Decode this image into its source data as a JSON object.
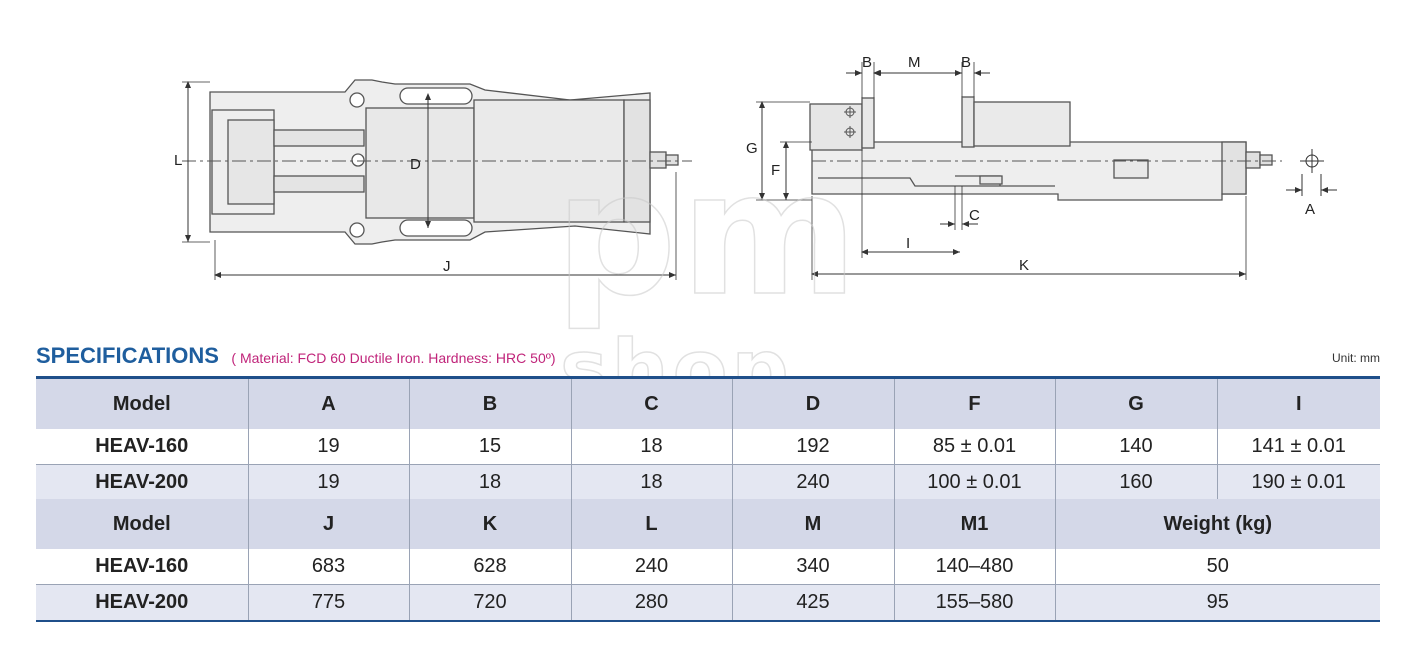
{
  "drawing_labels": {
    "L": "L",
    "D": "D",
    "J": "J",
    "B1": "B",
    "M": "M",
    "B2": "B",
    "G": "G",
    "F": "F",
    "C": "C",
    "I": "I",
    "K": "K",
    "A": "A"
  },
  "watermark": {
    "line1": "pm",
    "line2": "shop"
  },
  "spec": {
    "title": "SPECIFICATIONS",
    "subtitle": "( Material: FCD 60 Ductile Iron. Hardness: HRC 50º)",
    "unit": "Unit: mm"
  },
  "table1": {
    "headers": [
      "Model",
      "A",
      "B",
      "C",
      "D",
      "F",
      "G",
      "I"
    ],
    "rows": [
      [
        "HEAV-160",
        "19",
        "15",
        "18",
        "192",
        "85 ± 0.01",
        "140",
        "141 ± 0.01"
      ],
      [
        "HEAV-200",
        "19",
        "18",
        "18",
        "240",
        "100 ± 0.01",
        "160",
        "190 ± 0.01"
      ]
    ]
  },
  "table2": {
    "headers": [
      "Model",
      "J",
      "K",
      "L",
      "M",
      "M1",
      "Weight (kg)"
    ],
    "rows": [
      [
        "HEAV-160",
        "683",
        "628",
        "240",
        "340",
        "140–480",
        "50"
      ],
      [
        "HEAV-200",
        "775",
        "720",
        "280",
        "425",
        "155–580",
        "95"
      ]
    ]
  },
  "colors": {
    "title_blue": "#1f5e9e",
    "subtitle_magenta": "#c0247a",
    "header_bg": "#d4d8e8",
    "alt_row_bg": "#e4e7f2",
    "rule_blue": "#1f4f8a"
  }
}
